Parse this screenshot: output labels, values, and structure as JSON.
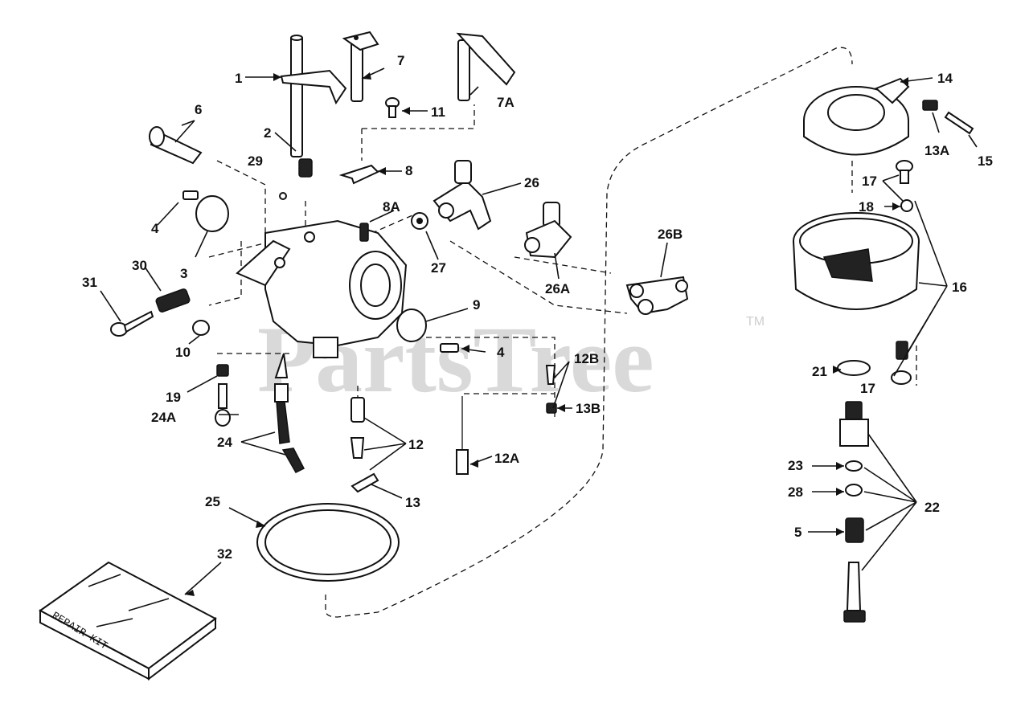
{
  "watermark": {
    "text": "PartsTree",
    "trademark": "TM"
  },
  "kit_text": "REPAIR KIT",
  "callouts": [
    {
      "id": "c1",
      "label": "1"
    },
    {
      "id": "c2",
      "label": "2"
    },
    {
      "id": "c3",
      "label": "3"
    },
    {
      "id": "c4a",
      "label": "4"
    },
    {
      "id": "c4b",
      "label": "4"
    },
    {
      "id": "c5",
      "label": "5"
    },
    {
      "id": "c6",
      "label": "6"
    },
    {
      "id": "c7",
      "label": "7"
    },
    {
      "id": "c7a",
      "label": "7A"
    },
    {
      "id": "c8",
      "label": "8"
    },
    {
      "id": "c8a",
      "label": "8A"
    },
    {
      "id": "c9",
      "label": "9"
    },
    {
      "id": "c10",
      "label": "10"
    },
    {
      "id": "c11",
      "label": "11"
    },
    {
      "id": "c12",
      "label": "12"
    },
    {
      "id": "c12a",
      "label": "12A"
    },
    {
      "id": "c12b",
      "label": "12B"
    },
    {
      "id": "c13",
      "label": "13"
    },
    {
      "id": "c13a",
      "label": "13A"
    },
    {
      "id": "c13b",
      "label": "13B"
    },
    {
      "id": "c14",
      "label": "14"
    },
    {
      "id": "c15",
      "label": "15"
    },
    {
      "id": "c16",
      "label": "16"
    },
    {
      "id": "c17a",
      "label": "17"
    },
    {
      "id": "c17b",
      "label": "17"
    },
    {
      "id": "c18",
      "label": "18"
    },
    {
      "id": "c19",
      "label": "19"
    },
    {
      "id": "c21",
      "label": "21"
    },
    {
      "id": "c22",
      "label": "22"
    },
    {
      "id": "c23",
      "label": "23"
    },
    {
      "id": "c24",
      "label": "24"
    },
    {
      "id": "c24a",
      "label": "24A"
    },
    {
      "id": "c25",
      "label": "25"
    },
    {
      "id": "c26",
      "label": "26"
    },
    {
      "id": "c26a",
      "label": "26A"
    },
    {
      "id": "c26b",
      "label": "26B"
    },
    {
      "id": "c27",
      "label": "27"
    },
    {
      "id": "c28",
      "label": "28"
    },
    {
      "id": "c29",
      "label": "29"
    },
    {
      "id": "c30",
      "label": "30"
    },
    {
      "id": "c31",
      "label": "31"
    },
    {
      "id": "c32",
      "label": "32"
    }
  ]
}
